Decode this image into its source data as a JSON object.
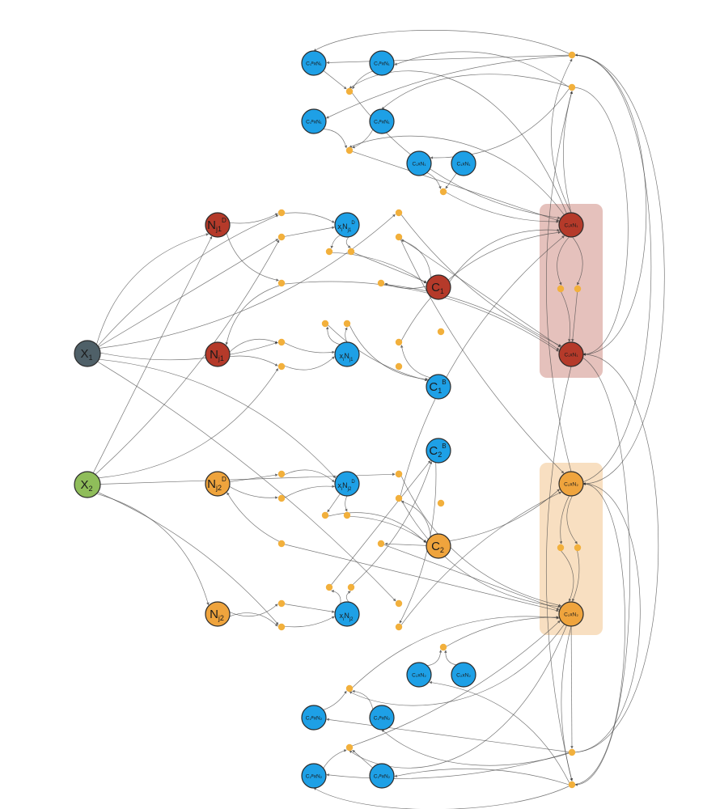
{
  "colors": {
    "blue": "#1ea0e6",
    "red": "#b53a2a",
    "orange": "#efa43d",
    "dot": "#f2b03c",
    "gray": "#4f6068",
    "green": "#8fbd5a",
    "group_red": "#e5c1bc",
    "group_orange": "#f8dfc1",
    "edge": "#4a4a4a",
    "outline": "#2b2b2b"
  },
  "nodes": [
    {
      "id": "X1",
      "main": "X",
      "sub": "1",
      "sup": "",
      "color": "gray"
    },
    {
      "id": "X2",
      "main": "X",
      "sub": "2",
      "sup": "",
      "color": "green"
    },
    {
      "id": "Nj1D",
      "main": "N",
      "sub": "j1",
      "sup": "D",
      "color": "red"
    },
    {
      "id": "Nj1",
      "main": "N",
      "sub": "j1",
      "sup": "",
      "color": "red"
    },
    {
      "id": "Nj2D",
      "main": "N",
      "sub": "j2",
      "sup": "D",
      "color": "orange"
    },
    {
      "id": "Nj2",
      "main": "N",
      "sub": "j2",
      "sup": "",
      "color": "orange"
    },
    {
      "id": "XN1D",
      "main": "x",
      "sub": "i",
      "text2": "N",
      "sub2": "j1",
      "sup": "D",
      "color": "blue"
    },
    {
      "id": "XN1",
      "main": "x",
      "sub": "i",
      "text2": "N",
      "sub2": "j1",
      "sup": "",
      "color": "blue"
    },
    {
      "id": "XN2D",
      "main": "x",
      "sub": "i",
      "text2": "N",
      "sub2": "j2",
      "sup": "D",
      "color": "blue"
    },
    {
      "id": "XN2",
      "main": "x",
      "sub": "i",
      "text2": "N",
      "sub2": "j2",
      "sup": "",
      "color": "blue"
    },
    {
      "id": "C1",
      "main": "C",
      "sub": "1",
      "sup": "",
      "color": "red"
    },
    {
      "id": "C1B",
      "main": "C",
      "sub": "1",
      "sup": "B",
      "color": "blue"
    },
    {
      "id": "C2B",
      "main": "C",
      "sub": "2",
      "sup": "B",
      "color": "blue"
    },
    {
      "id": "C2",
      "main": "C",
      "sub": "2",
      "sup": "",
      "color": "orange"
    },
    {
      "id": "CN1a",
      "small": "C₁ᴮxN₁",
      "color": "blue"
    },
    {
      "id": "CN1b",
      "small": "C₁ᴮxN₁",
      "color": "blue"
    },
    {
      "id": "CN2a",
      "small": "C₁ᴮxN₁",
      "color": "blue"
    },
    {
      "id": "CN2b",
      "small": "C₁ᴮxN₁",
      "color": "blue"
    },
    {
      "id": "CN3a",
      "small": "C₁xN₁",
      "color": "blue"
    },
    {
      "id": "CN3b",
      "small": "C₁xN₁",
      "color": "blue"
    },
    {
      "id": "R1",
      "small": "C₁xN₁",
      "color": "red"
    },
    {
      "id": "R2",
      "small": "C₁xN₁",
      "color": "red"
    },
    {
      "id": "O1",
      "small": "C₂xN₂",
      "color": "orange"
    },
    {
      "id": "O2",
      "small": "C₂xN₂",
      "color": "orange"
    },
    {
      "id": "CN4a",
      "small": "C₂xN₂",
      "color": "blue"
    },
    {
      "id": "CN4b",
      "small": "C₂xN₂",
      "color": "blue"
    },
    {
      "id": "CN5a",
      "small": "C₂ᴮxN₂",
      "color": "blue"
    },
    {
      "id": "CN5b",
      "small": "C₂ᴮxN₂",
      "color": "blue"
    },
    {
      "id": "CN6a",
      "small": "C₂ᴮxN₂",
      "color": "blue"
    },
    {
      "id": "CN6b",
      "small": "C₂ᴮxN₂",
      "color": "blue"
    }
  ],
  "groups": [
    {
      "id": "red-group",
      "color": "group_red"
    },
    {
      "id": "orange-group",
      "color": "group_orange"
    }
  ],
  "edges": [
    [
      "X1",
      "Nj1D"
    ],
    [
      "X1",
      "dA1"
    ],
    [
      "X1",
      "dA2"
    ],
    [
      "X1",
      "dB1"
    ],
    [
      "X1",
      "dC1"
    ],
    [
      "X1",
      "XN2D"
    ],
    [
      "X1",
      "dF3"
    ],
    [
      "X2",
      "Nj1D"
    ],
    [
      "X2",
      "dA2"
    ],
    [
      "X2",
      "dB2"
    ],
    [
      "X2",
      "Nj2"
    ],
    [
      "X2",
      "dF2"
    ],
    [
      "X2",
      "dG1"
    ],
    [
      "Nj1D",
      "dA1"
    ],
    [
      "Nj1D",
      "dA3"
    ],
    [
      "Nj1",
      "dB1"
    ],
    [
      "Nj1",
      "dB2"
    ],
    [
      "Nj2D",
      "dE1"
    ],
    [
      "Nj2D",
      "dE2"
    ],
    [
      "Nj2",
      "dF1"
    ],
    [
      "Nj2",
      "dF2"
    ],
    [
      "dA1",
      "XN1D"
    ],
    [
      "dA2",
      "XN1D"
    ],
    [
      "dB1",
      "XN1"
    ],
    [
      "dB2",
      "XN1"
    ],
    [
      "dE1",
      "XN2D"
    ],
    [
      "dE2",
      "XN2D"
    ],
    [
      "dF1",
      "XN2"
    ],
    [
      "dF2",
      "XN2"
    ],
    [
      "dA3",
      "Nj1"
    ],
    [
      "dA3",
      "R2"
    ],
    [
      "dE3",
      "Nj2D"
    ],
    [
      "dE3",
      "O2"
    ],
    [
      "XN1D",
      "dA4"
    ],
    [
      "XN1D",
      "dA5"
    ],
    [
      "XN1",
      "dB4"
    ],
    [
      "XN1",
      "dB5"
    ],
    [
      "XN2D",
      "dE4"
    ],
    [
      "XN2D",
      "dE5"
    ],
    [
      "XN2",
      "dF4"
    ],
    [
      "XN2",
      "dF5"
    ],
    [
      "dA4",
      "C1"
    ],
    [
      "dA5",
      "C1"
    ],
    [
      "dB4",
      "C1B"
    ],
    [
      "dB5",
      "C1B"
    ],
    [
      "dE4",
      "C2"
    ],
    [
      "dE5",
      "C2"
    ],
    [
      "dF4",
      "C2B"
    ],
    [
      "dF5",
      "C2B"
    ],
    [
      "C1",
      "dC2"
    ],
    [
      "C1",
      "R1"
    ],
    [
      "C1",
      "dA6"
    ],
    [
      "C2",
      "dE6"
    ],
    [
      "C2",
      "O1"
    ],
    [
      "C2",
      "dG2"
    ],
    [
      "C1B",
      "dC3"
    ],
    [
      "C2B",
      "dG3"
    ],
    [
      "dC2",
      "R2"
    ],
    [
      "dC2",
      "O1"
    ],
    [
      "dG2",
      "O2"
    ],
    [
      "dG2",
      "R1"
    ],
    [
      "CN3a",
      "dT3"
    ],
    [
      "CN3b",
      "dT3"
    ],
    [
      "dT3",
      "R1"
    ],
    [
      "CN4a",
      "dU3"
    ],
    [
      "CN4b",
      "dU3"
    ],
    [
      "dU3",
      "O2"
    ],
    [
      "CN1a",
      "dT1"
    ],
    [
      "CN1b",
      "dT1"
    ],
    [
      "dT1",
      "R1"
    ],
    [
      "CN2a",
      "dT2"
    ],
    [
      "CN2b",
      "dT2"
    ],
    [
      "dT2",
      "R1"
    ],
    [
      "CN5a",
      "dU1"
    ],
    [
      "CN5b",
      "dU1"
    ],
    [
      "dU1",
      "O2"
    ],
    [
      "CN6a",
      "dU2"
    ],
    [
      "CN6b",
      "dU2"
    ],
    [
      "dU2",
      "O2"
    ],
    [
      "R1",
      "dR1"
    ],
    [
      "R1",
      "dR2"
    ],
    [
      "dR1",
      "R2"
    ],
    [
      "dR2",
      "R2"
    ],
    [
      "O1",
      "dO1"
    ],
    [
      "O1",
      "dO2"
    ],
    [
      "dO1",
      "O2"
    ],
    [
      "dO2",
      "O2"
    ],
    [
      "dTop1",
      "CN1a"
    ],
    [
      "dTop1",
      "CN2a"
    ],
    [
      "dTop2",
      "CN1b"
    ],
    [
      "dTop2",
      "CN3a"
    ],
    [
      "dBot1",
      "CN6a"
    ],
    [
      "dBot1",
      "CN5a"
    ],
    [
      "dBot2",
      "CN6b"
    ],
    [
      "dBot2",
      "CN4a"
    ],
    [
      "R1",
      "dTop1"
    ],
    [
      "R1",
      "dTop2"
    ],
    [
      "O2",
      "dBot1"
    ],
    [
      "O2",
      "dBot2"
    ],
    [
      "R2",
      "dBot2"
    ],
    [
      "O1",
      "dTop2"
    ],
    [
      "dA6",
      "R2"
    ],
    [
      "dE6",
      "O2"
    ],
    [
      "dC1",
      "R2"
    ],
    [
      "dG1",
      "O2"
    ],
    [
      "dC3",
      "R1"
    ],
    [
      "dG3",
      "O1"
    ]
  ]
}
